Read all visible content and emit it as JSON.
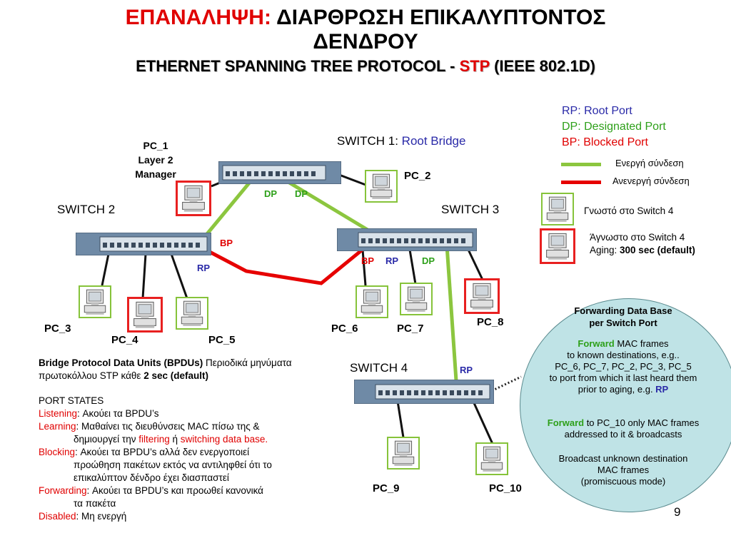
{
  "title": {
    "line1_red": "ΕΠΑΝΑΛΗΨΗ:",
    "line1_rest": " ΔΙΑΡΘΡΩΣΗ ΕΠΙΚΑΛΥΠΤΟΝΤΟΣ",
    "line2": "ΔΕΝΔΡΟΥ",
    "line3_a": "ETHERNET SPANNING TREE PROTOCOL - ",
    "line3_red": "STP",
    "line3_b": " (IEEE 802.1D)"
  },
  "ports_legend": {
    "rp": "RP: Root Port",
    "dp": "DP: Designated Port",
    "bp": "BP: Blocked Port"
  },
  "link_legend": {
    "active": "Ενεργή σύνδεση",
    "inactive": "Ανενεργή σύνδεση",
    "active_color": "#8cc63f",
    "inactive_color": "#e60000"
  },
  "pc_legend": {
    "known": "Γνωστό στο Switch 4",
    "unknown": "Άγνωστο στο Switch 4",
    "aging_label": "Aging: ",
    "aging_value": "300 sec (default)"
  },
  "switches": {
    "s1_prefix": "SWITCH 1: ",
    "s1_role": "Root Bridge",
    "s2": "SWITCH 2",
    "s3": "SWITCH 3",
    "s4": "SWITCH 4"
  },
  "pcs": {
    "pc1_l1": "PC_1",
    "pc1_l2": "Layer 2",
    "pc1_l3": "Manager",
    "pc2": "PC_2",
    "pc3": "PC_3",
    "pc4": "PC_4",
    "pc5": "PC_5",
    "pc6": "PC_6",
    "pc7": "PC_7",
    "pc8": "PC_8",
    "pc9": "PC_9",
    "pc10": "PC_10"
  },
  "port_labels": {
    "s1_dp_a": "DP",
    "s1_dp_b": "DP",
    "s2_bp": "BP",
    "s2_rp": "RP",
    "s3_bp": "BP",
    "s3_rp": "RP",
    "s3_dp": "DP",
    "s4_rp": "RP"
  },
  "bpdu": {
    "bold": "Bridge Protocol Data Units (BPDUs)",
    "text": " Περιοδικά μηνύματα πρωτοκόλλου STP κάθε ",
    "interval": "2 sec (default)"
  },
  "port_states": {
    "heading": "PORT STATES",
    "listening_k": "Listening",
    "listening_v": ": Ακούει τα BPDU’s",
    "learning_k": "Learning",
    "learning_v1": ": Μαθαίνει τις διευθύνσεις MAC πίσω της &",
    "learning_v2a": "δημιουργεί την ",
    "learning_v2b": "filtering",
    "learning_v2c": " ή ",
    "learning_v2d": "switching data base.",
    "blocking_k": "Blocking",
    "blocking_v1": ": Ακούει τα BPDU’s αλλά δεν ενεργοποιεί",
    "blocking_v2": "προώθηση πακέτων εκτός να αντιληφθεί ότι το",
    "blocking_v3": "επικαλύπτον δένδρο έχει διασπαστεί",
    "forwarding_k": "Forwarding",
    "forwarding_v1": ": Ακούει τα BPDU’s και προωθεί κανονικά",
    "forwarding_v2": "τα πακέτα",
    "disabled_k": "Disabled",
    "disabled_v": ": Μη ενεργή"
  },
  "fdb": {
    "title1": "Forwarding Data Base",
    "title2": "per Switch Port",
    "f1_green": "Forward",
    "f1_rest": " MAC frames",
    "f1_l2": "to known destinations, e.g..",
    "f1_l3": "PC_6, PC_7, PC_2, PC_3, PC_5",
    "f1_l4": "to port from which it last heard them",
    "f1_l5a": "prior to aging, ",
    "f1_l5b": "e.g. ",
    "f1_l5c": "RP",
    "f2_green": "Forward",
    "f2_rest": "  to PC_10 only MAC frames",
    "f2_l2": "addressed to it & broadcasts",
    "f3_l1": "Broadcast unknown destination",
    "f3_l2": "MAC frames",
    "f3_l3": "(promiscuous mode)"
  },
  "page_number": "9"
}
